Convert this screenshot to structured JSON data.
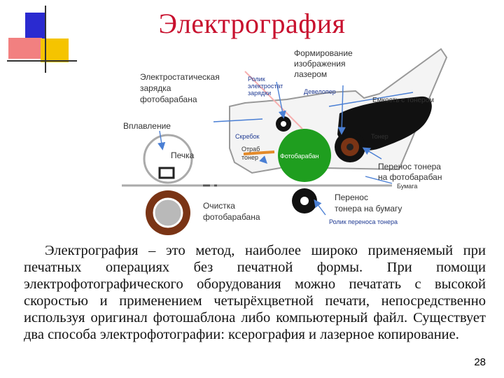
{
  "title": "Электрография",
  "diagram": {
    "labels": {
      "laser_forming_1": "Формирование",
      "laser_forming_2": "изображения",
      "laser_forming_3": "лазером",
      "charge_1": "Электростатическая",
      "charge_2": "зарядка",
      "charge_3": "фотобарабана",
      "roller_charge_1": "Ролик",
      "roller_charge_2": "электростат",
      "roller_charge_3": "зарядки",
      "developer": "Девелопер",
      "toner_tank": "Емкость с тонером",
      "fusing": "Вплавление",
      "oven": "Печка",
      "scraper": "Скребок",
      "waste_1": "Отраб",
      "waste_2": "тонер",
      "drum": "Фотобарабан",
      "toner": "Тонер",
      "toner_transfer_1": "Перенос тонера",
      "toner_transfer_2": "на фотобарабан",
      "paper": "Бумага",
      "cleaning_1": "Очистка",
      "cleaning_2": "фотобарабана",
      "paper_transfer_1": "Перенос",
      "paper_transfer_2": "тонера на бумагу",
      "transfer_roller": "Ролик переноса тонера"
    }
  },
  "body_text": "Электрография – это метод, наиболее широко применяемый при печатных операциях без печатной формы. При помощи электрофотографического оборудования можно печатать с высокой скоростью и применением четырёхцветной печати, непосредственно используя оригинал фотошаблона либо компьютерный файл. Существует два способа электрофотографии: ксерография и лазерное копирование.",
  "page_number": "28",
  "colors": {
    "title": "#c8102e",
    "drum": "#1f9e1f",
    "label_blue": "#1f3a93",
    "arrow_blue": "#4a7fd4",
    "toner": "#111111",
    "fuser_roller": "#7a3415",
    "deco_blue": "#2a2ad0",
    "deco_red": "#f05a5a",
    "deco_yellow": "#f5c400"
  }
}
